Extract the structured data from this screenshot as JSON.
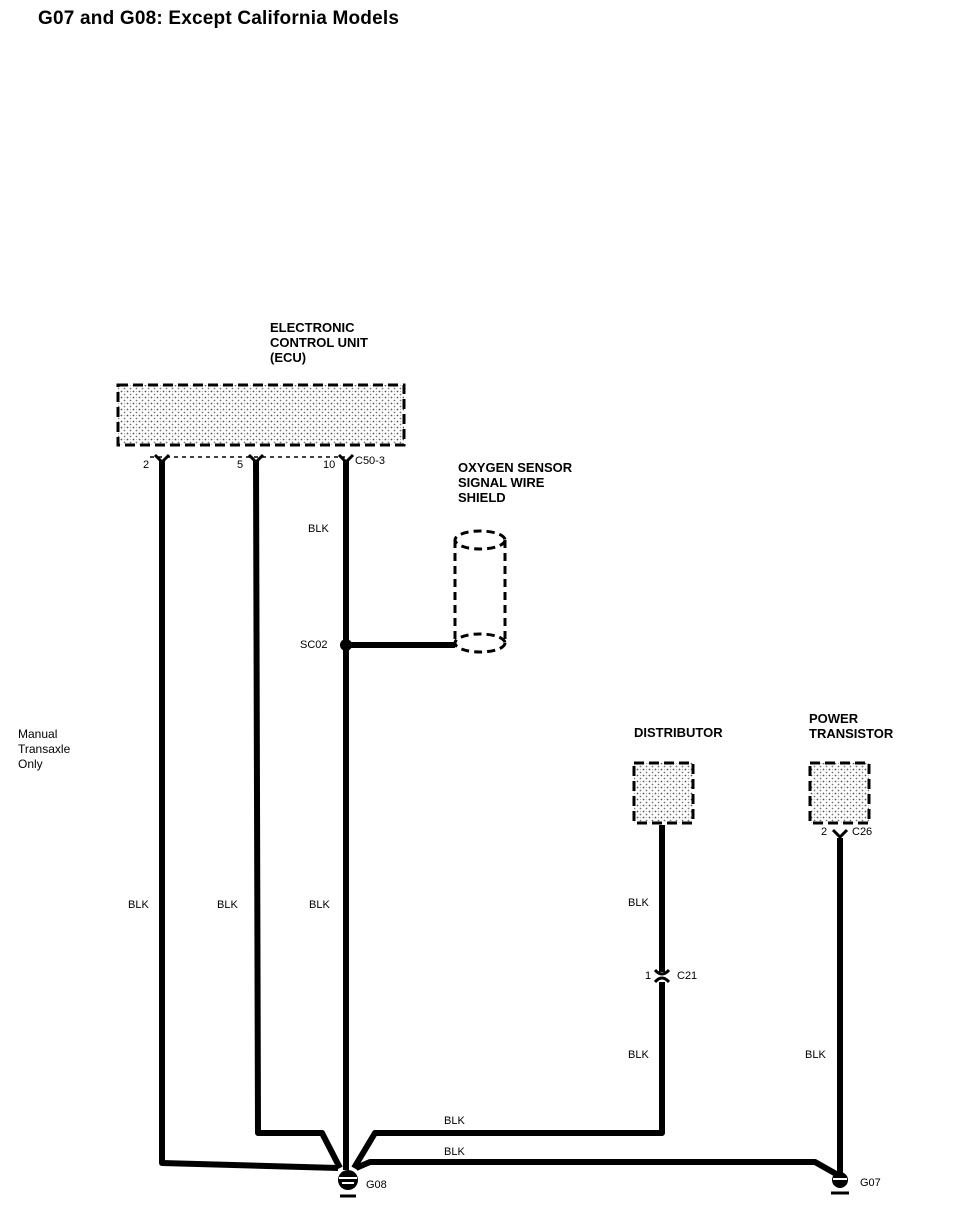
{
  "title": "G07 and G08: Except California Models",
  "components": {
    "ecu": "ELECTRONIC\nCONTROL UNIT\n(ECU)",
    "oxygen_shield": "OXYGEN SENSOR\nSIGNAL WIRE\nSHIELD",
    "distributor": "DISTRIBUTOR",
    "power_transistor": "POWER\nTRANSISTOR"
  },
  "note": "Manual\nTransaxle\nOnly",
  "pins": {
    "ecu_pin_2": "2",
    "ecu_pin_5": "5",
    "ecu_pin_10": "10",
    "ecu_connector": "C50-3",
    "splice": "SC02",
    "c21_pin": "1",
    "c21": "C21",
    "pt_pin": "2",
    "c26": "C26"
  },
  "grounds": {
    "g08": "G08",
    "g07": "G07"
  },
  "wire_color": "BLK"
}
